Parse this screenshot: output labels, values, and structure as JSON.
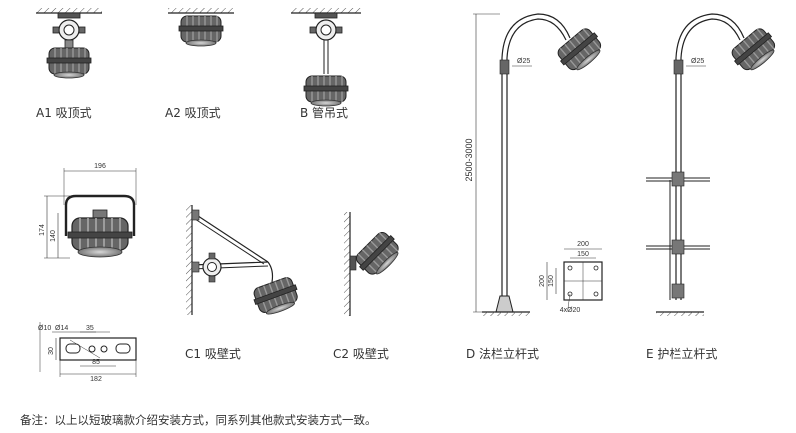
{
  "captions": {
    "a1": "A1 吸顶式",
    "a2": "A2 吸顶式",
    "b": "B 管吊式",
    "c1": "C1 吸壁式",
    "c2": "C2 吸壁式",
    "d": "D 法栏立杆式",
    "e": "E 护栏立杆式"
  },
  "dimensions": {
    "width_196": "196",
    "height_174": "174",
    "height_140": "140",
    "pipe_d": "Ø25",
    "pipe_e": "Ø25",
    "pole_height": "2500-3000",
    "plate_200": "200",
    "plate_150_top": "150",
    "plate_200_side": "200",
    "plate_150_side": "150",
    "hole": "4xØ20",
    "br_d10": "Ø10",
    "br_d14": "Ø14",
    "br_35": "35",
    "br_30": "30",
    "br_85": "85",
    "br_182": "182"
  },
  "note": "备注：以上以短玻璃款介绍安装方式，同系列其他款式安装方式一致。"
}
